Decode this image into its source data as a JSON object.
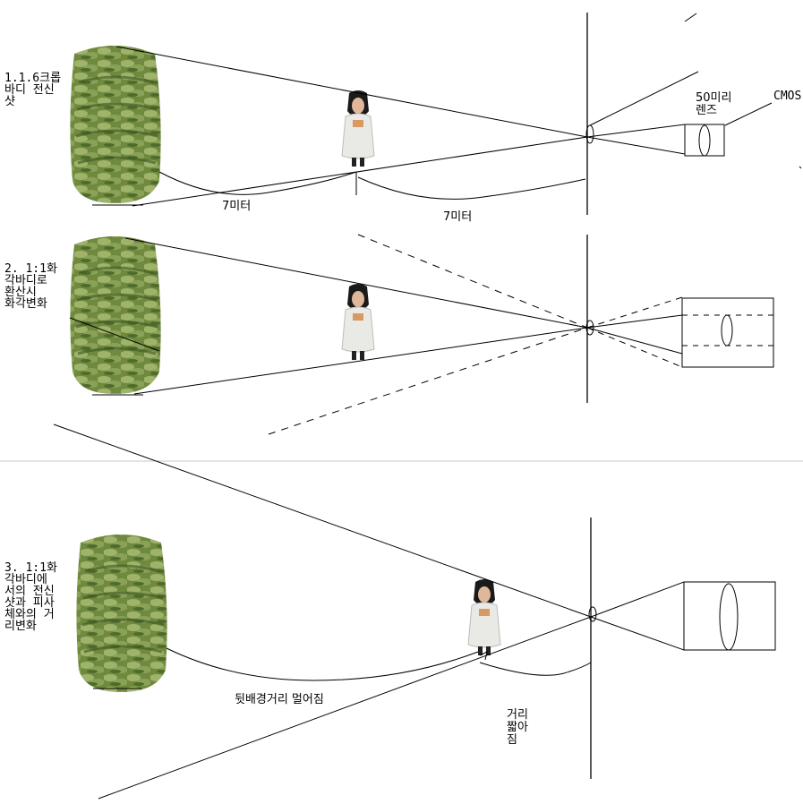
{
  "panels": [
    {
      "id": "crop",
      "caption_lines": [
        "1.1.6크롭",
        "바디 전신",
        "샷"
      ]
    },
    {
      "id": "ff",
      "caption_lines": [
        "2. 1:1화",
        "각바디로",
        "환산시",
        "화각변화"
      ]
    },
    {
      "id": "ff-dist",
      "caption_lines": [
        "3. 1:1화",
        "각바디에",
        "서의 전신",
        "샷과 피사",
        "체와의 거",
        "리변화"
      ]
    }
  ],
  "labels": {
    "lens": [
      "50미리",
      "렌즈"
    ],
    "sensor": "CMOS",
    "dist_bg": "7미터",
    "dist_subject": "7미터",
    "bg_farther": "뒷배경거리 멀어짐",
    "closer": [
      "거리",
      "짧아",
      "짐"
    ]
  },
  "colors": {
    "line": "#000000",
    "tree_dark": "#4f6b2c",
    "tree_light": "#9fb46a",
    "bg": "#ffffff",
    "divider": "#c8c8c8"
  }
}
